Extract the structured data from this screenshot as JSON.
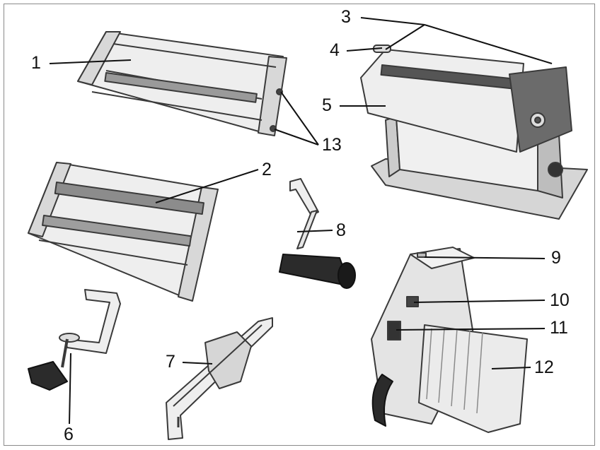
{
  "labels": {
    "l1": "1",
    "l2": "2",
    "l3": "3",
    "l4": "4",
    "l5": "5",
    "l6": "6",
    "l7": "7",
    "l8": "8",
    "l9": "9",
    "l10": "10",
    "l11": "11",
    "l12": "12",
    "l13": "13"
  },
  "colors": {
    "outline": "#3a3a3a",
    "fill_light": "#e6e6e6",
    "fill_mid": "#cfcfcf",
    "fill_dark": "#5c5c5c",
    "handle": "#2b2b2b"
  }
}
